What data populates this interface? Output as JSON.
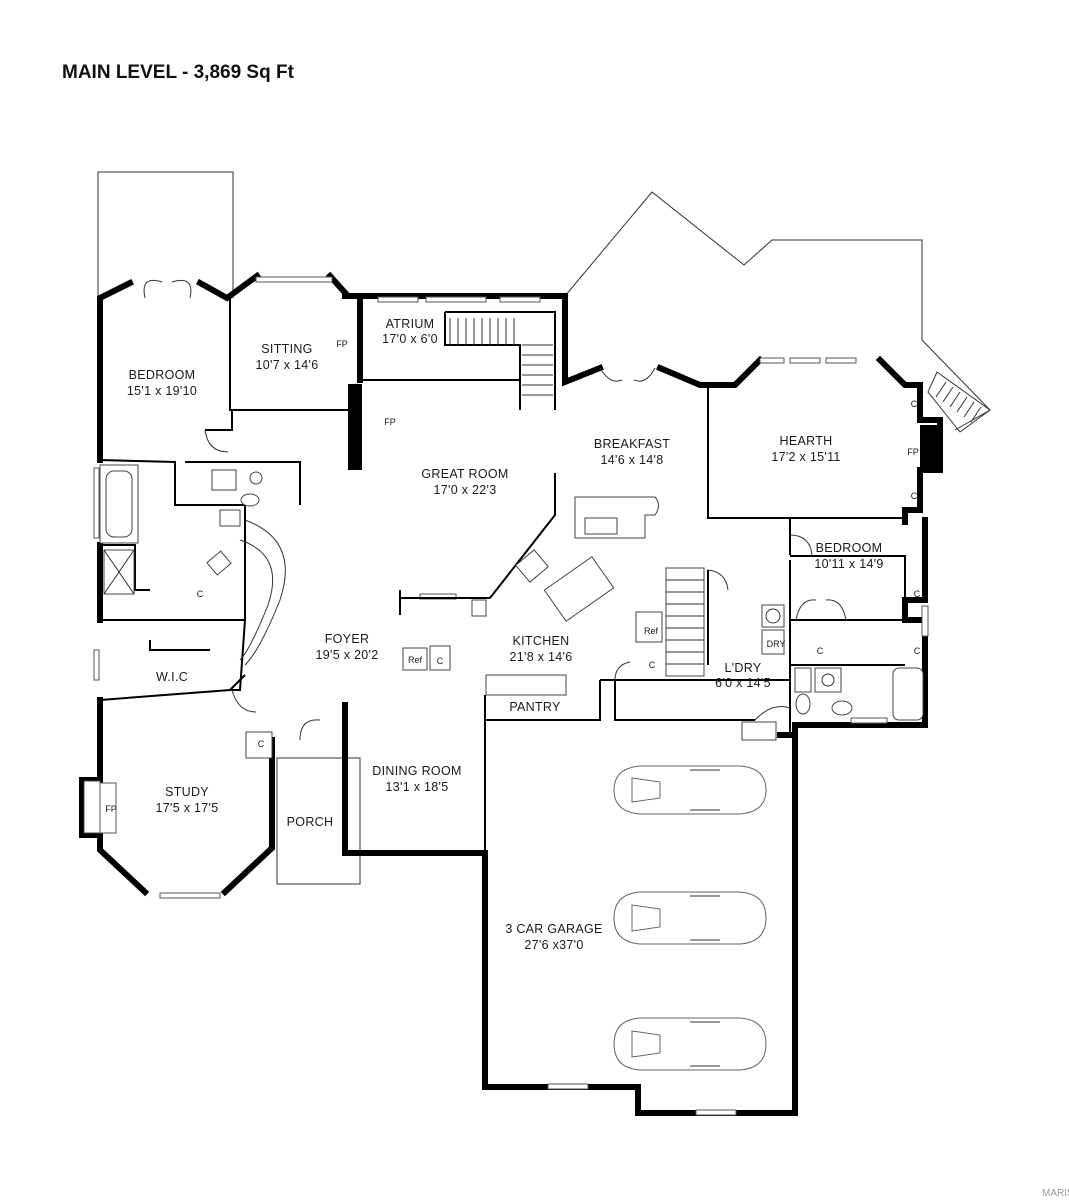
{
  "title": "MAIN LEVEL - 3,869 Sq Ft",
  "watermark": "MARIS",
  "rooms": [
    {
      "name": "BEDROOM",
      "dims": "15'1 x 19'10"
    },
    {
      "name": "SITTING",
      "dims": "10'7 x 14'6"
    },
    {
      "name": "ATRIUM",
      "dims": "17'0 x 6'0"
    },
    {
      "name": "GREAT ROOM",
      "dims": "17'0 x 22'3"
    },
    {
      "name": "BREAKFAST",
      "dims": "14'6 x 14'8"
    },
    {
      "name": "HEARTH",
      "dims": "17'2 x 15'11"
    },
    {
      "name": "BEDROOM",
      "dims": "10'11 x 14'9"
    },
    {
      "name": "FOYER",
      "dims": "19'5 x 20'2"
    },
    {
      "name": "KITCHEN",
      "dims": "21'8 x 14'6"
    },
    {
      "name": "L'DRY",
      "dims": "6'0 x 14'5"
    },
    {
      "name": "W.I.C",
      "dims": ""
    },
    {
      "name": "STUDY",
      "dims": "17'5 x 17'5"
    },
    {
      "name": "DINING ROOM",
      "dims": "13'1 x 18'5"
    },
    {
      "name": "PORCH",
      "dims": ""
    },
    {
      "name": "PANTRY",
      "dims": ""
    },
    {
      "name": "3 CAR GARAGE",
      "dims": "27'6 x37'0"
    }
  ],
  "fixture_labels": {
    "fp": "FP",
    "closet": "C",
    "ref": "Ref",
    "dry": "DRY"
  }
}
